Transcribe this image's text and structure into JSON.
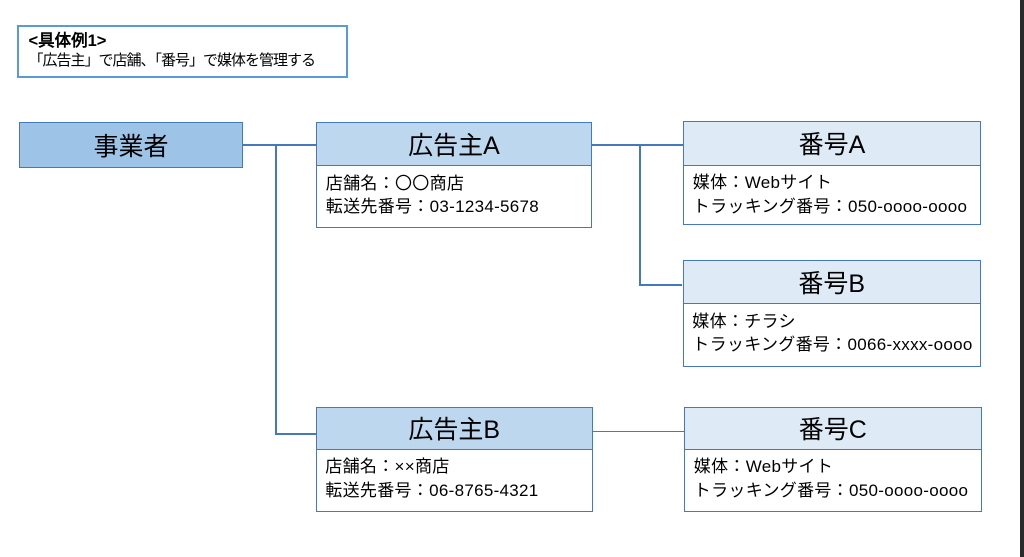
{
  "annotation": {
    "line1": "<具体例1>",
    "line2": "「広告主」で店舗、「番号」で媒体を管理する"
  },
  "nodes": {
    "operator": {
      "title": "事業者"
    },
    "advertiser_a": {
      "title": "広告主A",
      "lines": [
        "店舗名：〇〇商店",
        "転送先番号：03-1234-5678"
      ]
    },
    "advertiser_b": {
      "title": "広告主B",
      "lines": [
        "店舗名：××商店",
        "転送先番号：06-8765-4321"
      ]
    },
    "number_a": {
      "title": "番号A",
      "lines": [
        "媒体：Webサイト",
        "トラッキング番号：050-oooo-oooo"
      ]
    },
    "number_b": {
      "title": "番号B",
      "lines": [
        "媒体：チラシ",
        "トラッキング番号：0066-xxxx-oooo"
      ]
    },
    "number_c": {
      "title": "番号C",
      "lines": [
        "媒体：Webサイト",
        "トラッキング番号：050-oooo-oooo"
      ]
    }
  },
  "colors": {
    "page_bg": "#ffffff",
    "text_color": "#000000",
    "label_border": "#5b9bd5",
    "line_color": "#4579be",
    "fill_strong": "#9dc3e6",
    "fill_mid": "#bdd7ee",
    "fill_light": "#deebf7",
    "edge_color": "#2a2a2a"
  }
}
